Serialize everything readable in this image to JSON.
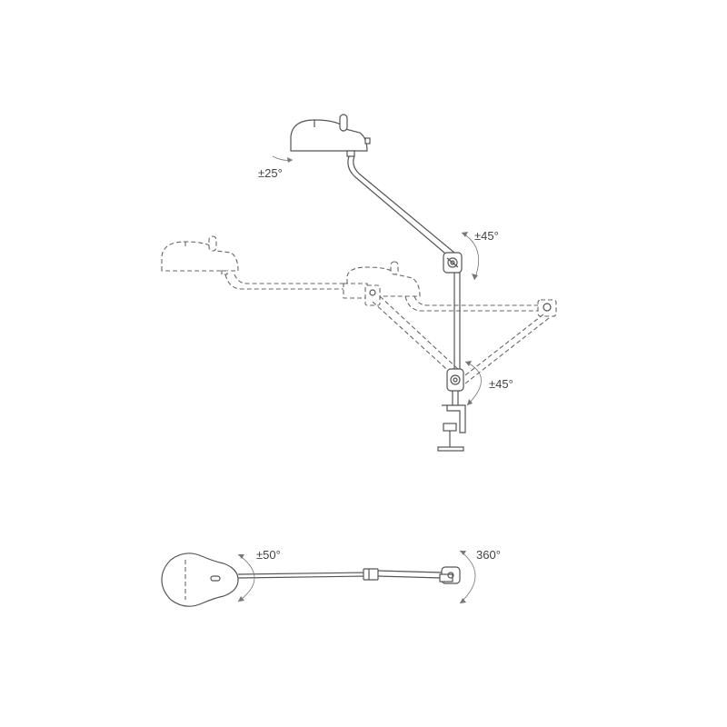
{
  "labels": {
    "head_tilt": "±25°",
    "upper_arm": "±45°",
    "lower_arm": "±45°",
    "head_swivel": "±50°",
    "base_rotation": "360°"
  },
  "colors": {
    "line": "#555555",
    "dashed": "#666666",
    "text": "#444444",
    "background": "#ffffff"
  }
}
